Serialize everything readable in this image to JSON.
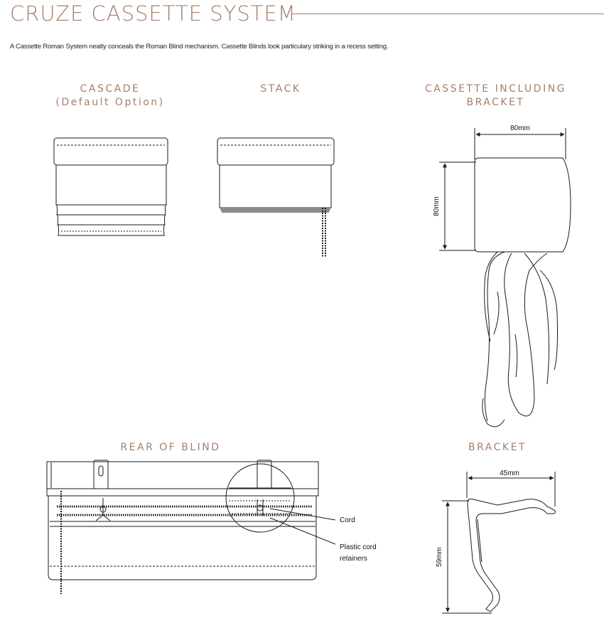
{
  "header": {
    "title": "CRUZE CASSETTE SYSTEM",
    "intro": "A Cassette Roman System neatly conceals the Roman Blind mechanism. Cassette Blinds look particulary striking in a recess setting."
  },
  "panels": {
    "cascade": {
      "title": "CASCADE",
      "subtitle": "(Default Option)"
    },
    "stack": {
      "title": "STACK"
    },
    "cassette": {
      "title_line1": "CASSETTE INCLUDING",
      "title_line2": "BRACKET",
      "width_label": "80mm",
      "height_label": "80mm"
    },
    "rear": {
      "title": "REAR OF BLIND",
      "cord_label": "Cord",
      "retainer_label_line1": "Plastic cord",
      "retainer_label_line2": "retainers"
    },
    "bracket": {
      "title": "BRACKET",
      "width_label": "45mm",
      "height_label": "59mm"
    }
  },
  "colors": {
    "accent": "#a57f6b",
    "line": "#1a1a1a"
  }
}
